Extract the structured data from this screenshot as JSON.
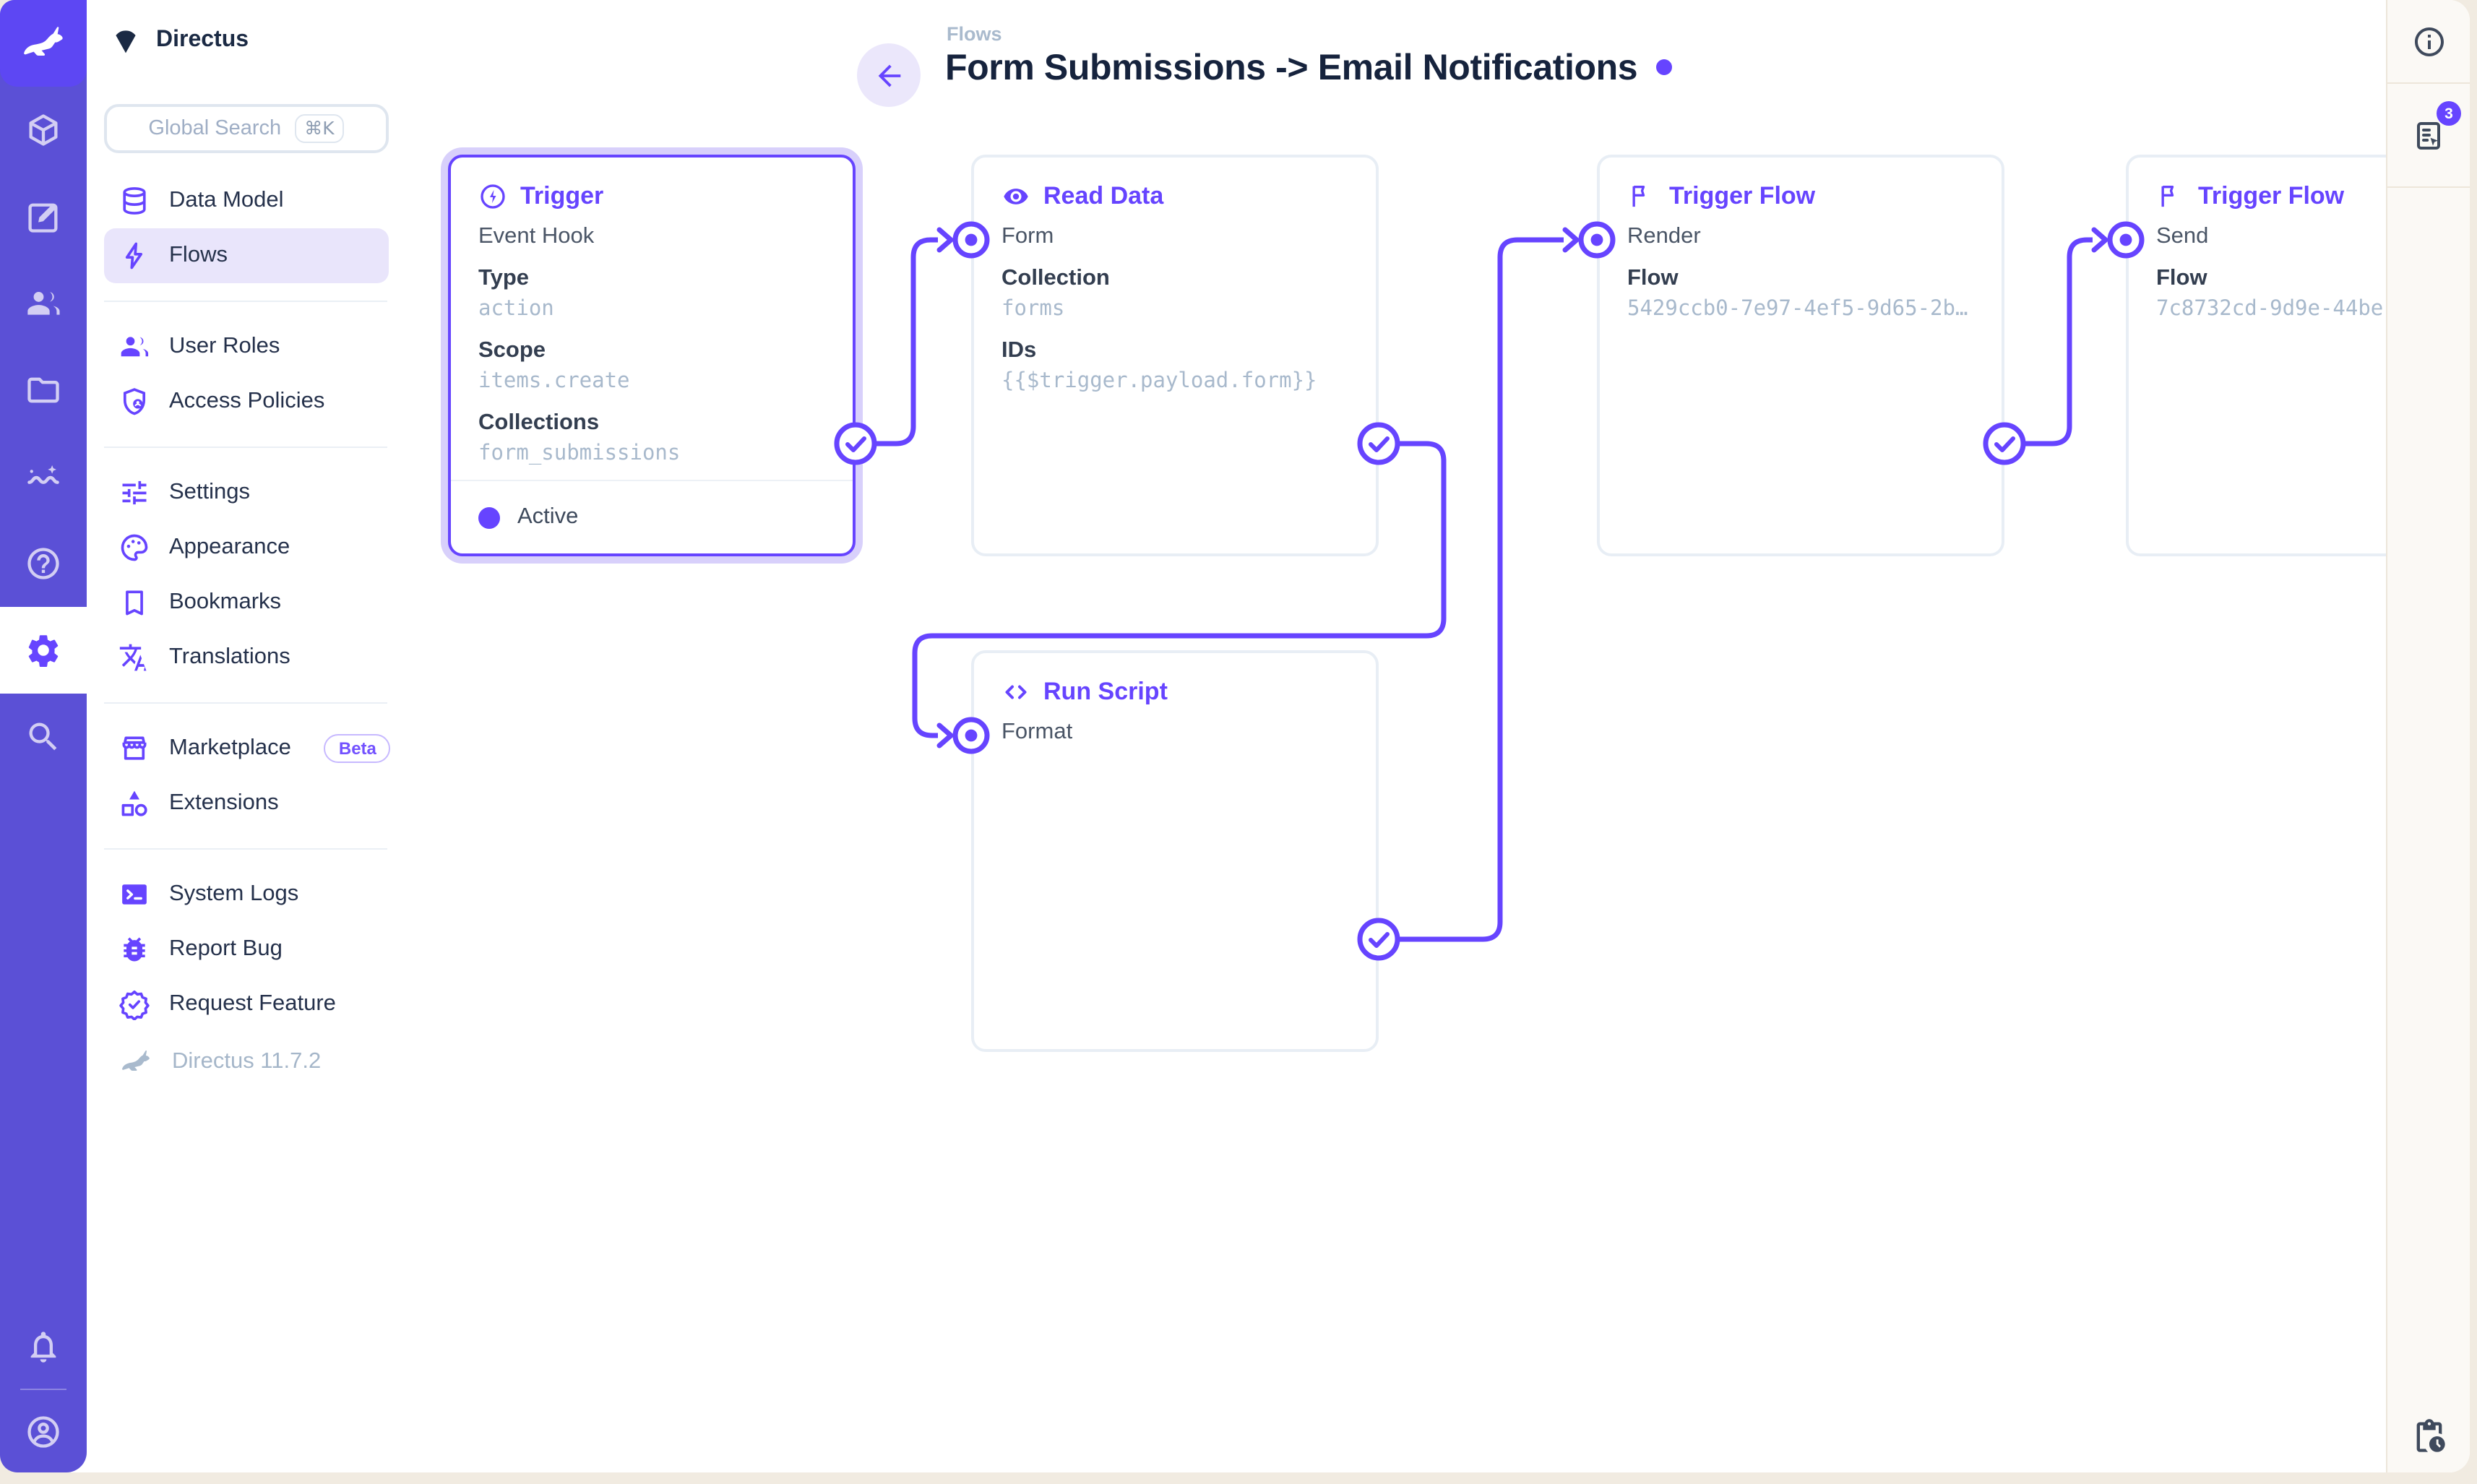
{
  "sidebar": {
    "project_name": "Directus",
    "search": {
      "placeholder": "Global Search",
      "shortcut": "⌘K"
    },
    "items": [
      {
        "icon": "database-icon",
        "label": "Data Model"
      },
      {
        "icon": "bolt-icon",
        "label": "Flows",
        "active": true
      },
      {
        "icon": "people-icon",
        "label": "User Roles"
      },
      {
        "icon": "shield-person-icon",
        "label": "Access Policies"
      },
      {
        "icon": "tune-icon",
        "label": "Settings"
      },
      {
        "icon": "palette-icon",
        "label": "Appearance"
      },
      {
        "icon": "bookmark-icon",
        "label": "Bookmarks"
      },
      {
        "icon": "translate-icon",
        "label": "Translations"
      },
      {
        "icon": "storefront-icon",
        "label": "Marketplace",
        "badge": "Beta"
      },
      {
        "icon": "category-icon",
        "label": "Extensions"
      },
      {
        "icon": "terminal-icon",
        "label": "System Logs"
      },
      {
        "icon": "bug-icon",
        "label": "Report Bug"
      },
      {
        "icon": "seal-check-icon",
        "label": "Request Feature"
      }
    ],
    "version": "Directus 11.7.2"
  },
  "header": {
    "breadcrumb": "Flows",
    "title": "Form Submissions -> Email Notifications"
  },
  "flow": {
    "nodes": [
      {
        "title": "Trigger",
        "name": "Event Hook",
        "status": "Active",
        "selected": true,
        "fields": [
          {
            "label": "Type",
            "value": "action"
          },
          {
            "label": "Scope",
            "value": "items.create"
          },
          {
            "label": "Collections",
            "value": "form_submissions"
          }
        ]
      },
      {
        "title": "Read Data",
        "name": "Form",
        "fields": [
          {
            "label": "Collection",
            "value": "forms"
          },
          {
            "label": "IDs",
            "value": "{{$trigger.payload.form}}"
          }
        ]
      },
      {
        "title": "Run Script",
        "name": "Format",
        "fields": []
      },
      {
        "title": "Trigger Flow",
        "name": "Render",
        "fields": [
          {
            "label": "Flow",
            "value": "5429ccb0-7e97-4ef5-9d65-2b…"
          }
        ]
      },
      {
        "title": "Trigger Flow",
        "name": "Send",
        "fields": [
          {
            "label": "Flow",
            "value": "7c8732cd-9d9e-44be"
          }
        ]
      }
    ]
  },
  "right_sidebar": {
    "notifications_count": "3"
  },
  "colors": {
    "brand": "#6644FF",
    "module_bar": "#5B50D6",
    "selection_glow": "#D8D0FB",
    "active_nav": "#E9E5FB",
    "page_background": "#F1EBE1"
  }
}
